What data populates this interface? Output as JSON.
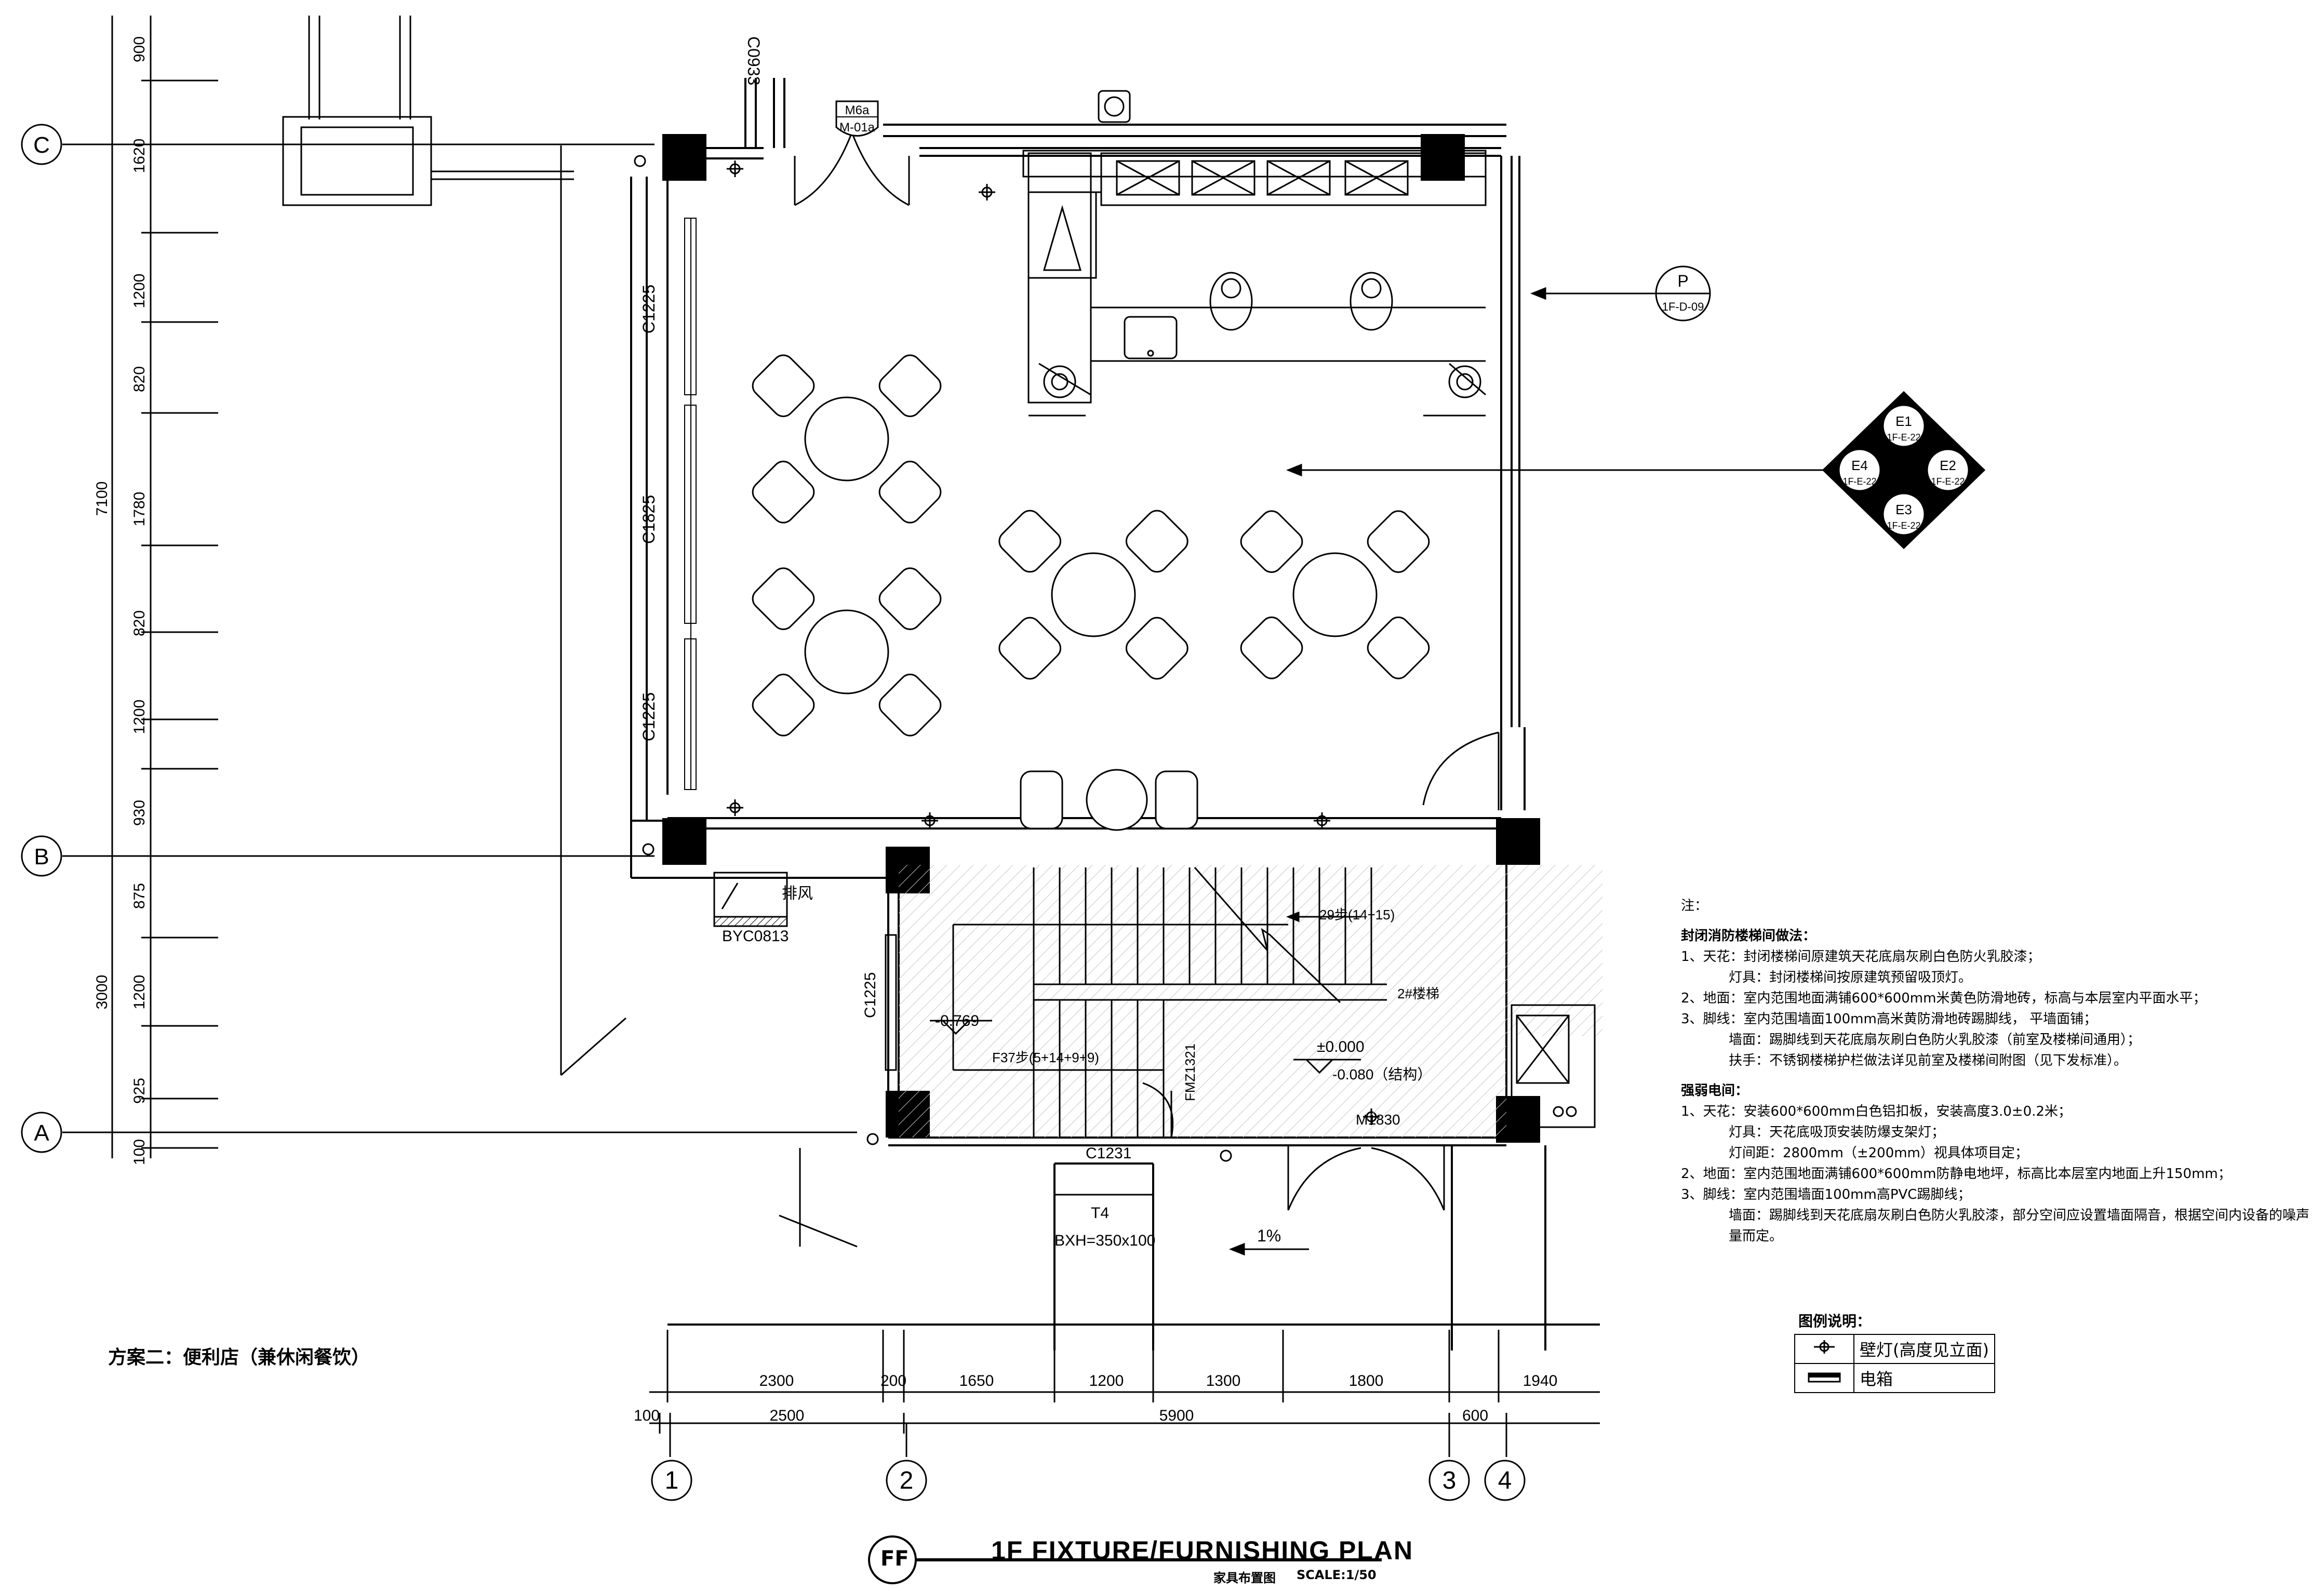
{
  "grid": {
    "rows": [
      "C",
      "B",
      "A"
    ],
    "cols": [
      "1",
      "2",
      "3",
      "4"
    ]
  },
  "left_dims": {
    "total": "7100",
    "segments": [
      "900",
      "1620",
      "1200",
      "820",
      "1780",
      "820",
      "1200",
      "930",
      "875",
      "1200",
      "925",
      "100"
    ],
    "lower_total": "3000"
  },
  "bottom_dims": {
    "row1": [
      "2300",
      "200",
      "1650",
      "1200",
      "1300",
      "1800",
      "1940"
    ],
    "row2": [
      "100",
      "2500",
      "5900",
      "600"
    ]
  },
  "labels": {
    "c0933": "C0933",
    "door_m6a": "M6a",
    "door_m01a": "M-01a",
    "c1225_top": "C1225",
    "c1825": "C1825",
    "c1225_bot": "C1225",
    "exhaust": "排风",
    "byc0813": "BYC0813",
    "c1225_stair": "C1225",
    "level_neg": "-0.769",
    "stair_up": "29步(14+15)",
    "stair_f37": "F37步(5+14+9+9)",
    "fmz": "FMZ1321",
    "stair_name": "2#楼梯",
    "level_zero": "±0.000",
    "level_struct": "-0.080（结构）",
    "m1830": "M1830",
    "c1231": "C1231",
    "pipe_t4": "T4",
    "bxh": "BXH=350x100",
    "slope": "1%",
    "callout_p": "P",
    "callout_p_ref": "1F-D-09",
    "elev_e1": "E1",
    "elev_e2": "E2",
    "elev_e3": "E3",
    "elev_e4": "E4",
    "elev_ref": "1F-E-22"
  },
  "notes": {
    "title": "注：",
    "s1": "封闭消防楼梯间做法：",
    "s1_l1": "1、天花：封闭楼梯间原建筑天花底扇灰刷白色防火乳胶漆；",
    "s1_l2": "灯具：封闭楼梯间按原建筑预留吸顶灯。",
    "s1_l3": "2、地面：室内范围地面满铺600*600mm米黄色防滑地砖，标高与本层室内平面水平；",
    "s1_l4": "3、脚线：室内范围墙面100mm高米黄防滑地砖踢脚线，  平墙面铺；",
    "s1_l5": "墙面：踢脚线到天花底扇灰刷白色防火乳胶漆（前室及楼梯间通用）；",
    "s1_l6": "扶手：不锈钢楼梯护栏做法详见前室及楼梯间附图（见下发标准）。",
    "s2": "强弱电间：",
    "s2_l1": "1、天花：安装600*600mm白色铝扣板，安装高度3.0±0.2米；",
    "s2_l2": "灯具：天花底吸顶安装防爆支架灯；",
    "s2_l3": "灯间距：2800mm（±200mm）视具体项目定；",
    "s2_l4": "2、地面：室内范围地面满铺600*600mm防静电地坪，标高比本层室内地面上升150mm；",
    "s2_l5": "3、脚线：室内范围墙面100mm高PVC踢脚线；",
    "s2_l6": "墙面：踢脚线到天花底扇灰刷白色防火乳胶漆，部分空间应设置墙面隔音，根据空间内设备的噪声量而定。"
  },
  "scheme": "方案二：便利店（兼休闲餐饮）",
  "legend": {
    "title": "图例说明：",
    "items": [
      {
        "icon": "wall-lamp-icon",
        "label": "壁灯(高度见立面)"
      },
      {
        "icon": "electric-box-icon",
        "label": "电箱"
      }
    ]
  },
  "title_block": {
    "code": "FF",
    "title": "1F FIXTURE/FURNISHING PLAN",
    "subtitle": "家具布置图",
    "scale": "SCALE:1/50"
  }
}
